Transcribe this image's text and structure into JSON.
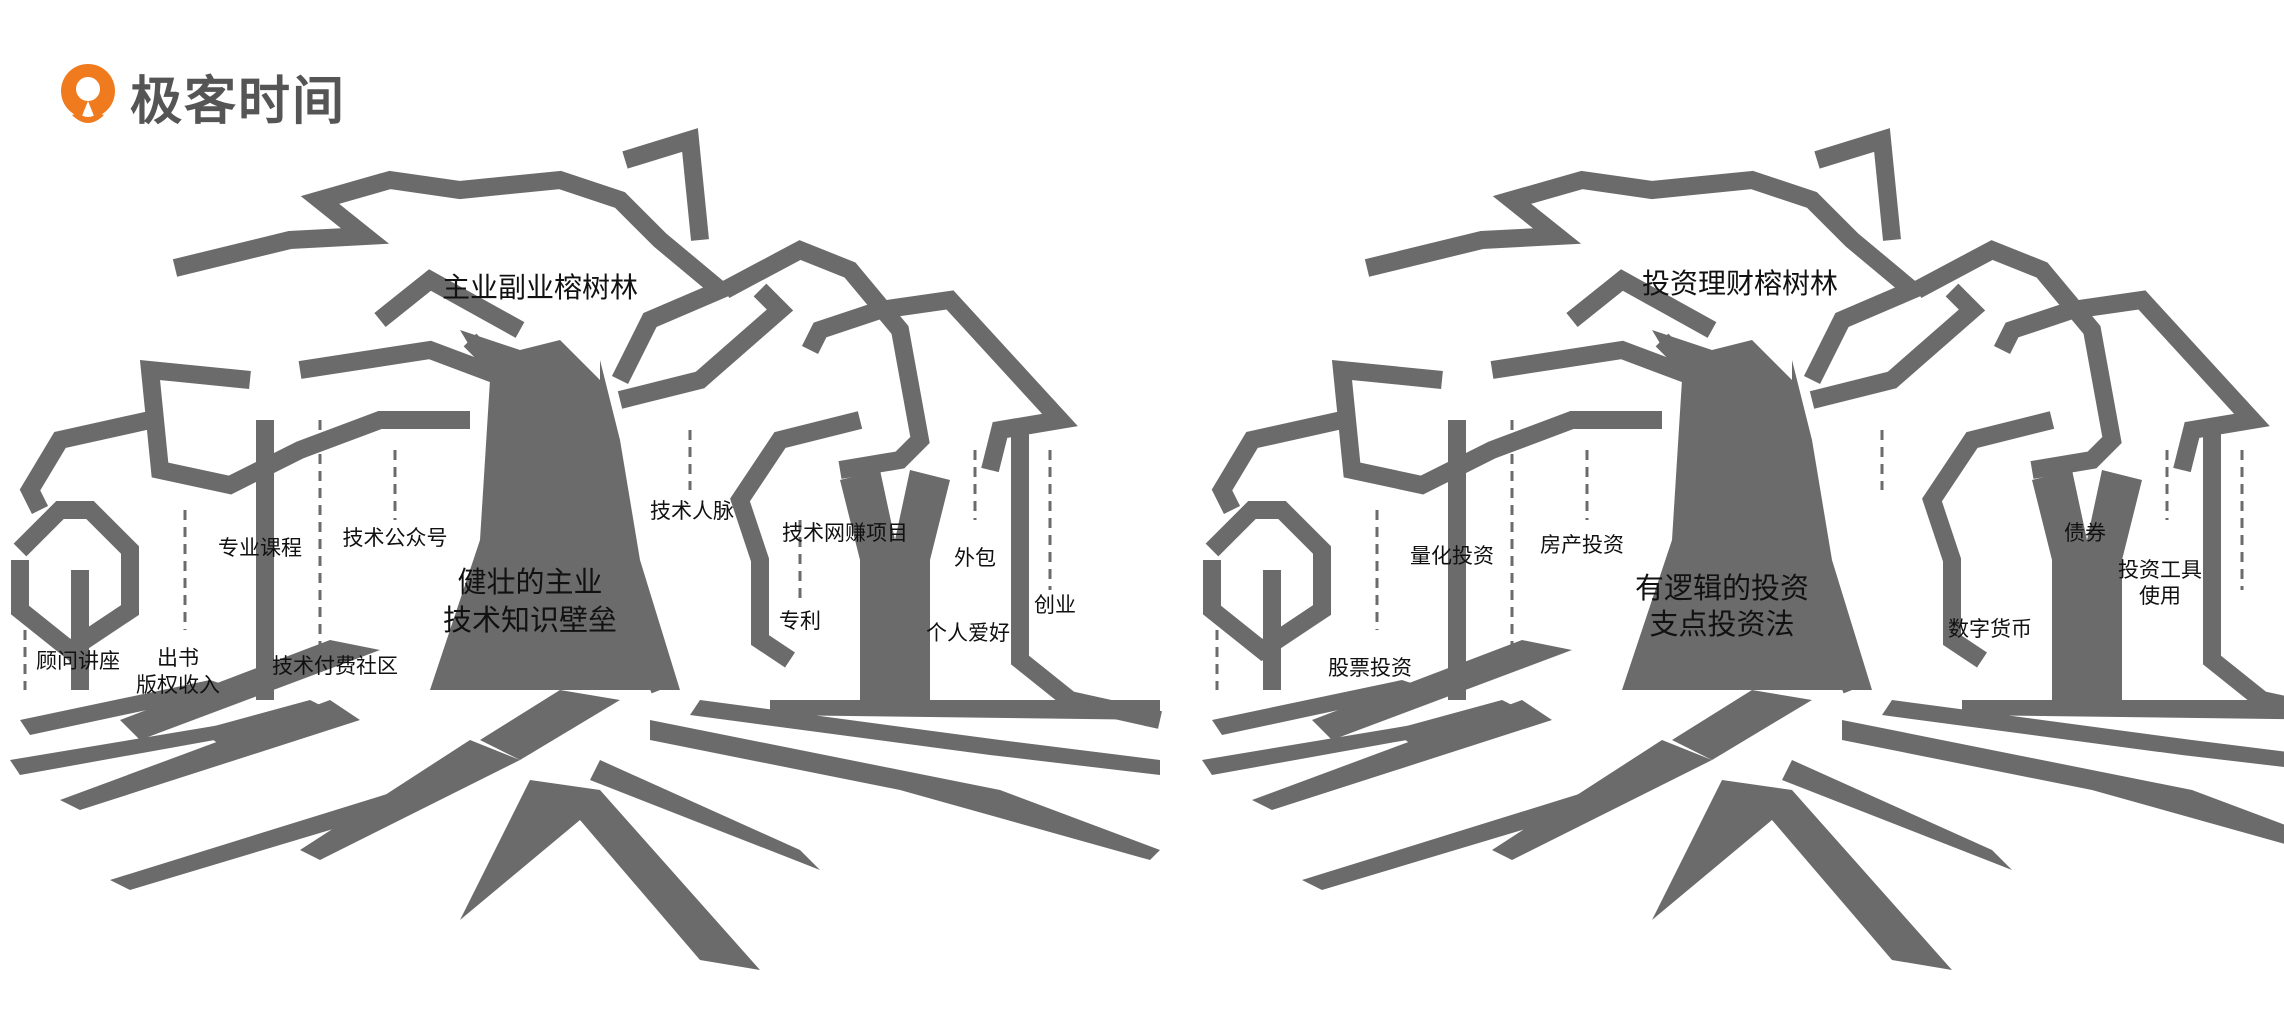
{
  "logo": {
    "text": "极客时间",
    "icon": "geektime-logo-icon",
    "color": "#f07b1e"
  },
  "colors": {
    "tree": "#6b6b6b",
    "label": "#111111"
  },
  "trees": [
    {
      "title": "主业副业榕树林",
      "center": [
        "健壮的主业",
        "技术知识壁垒"
      ],
      "labels": [
        "专业课程",
        "技术公众号",
        "技术人脉",
        "技术网赚项目",
        "外包",
        "顾问讲座",
        "出书",
        "版权收入",
        "技术付费社区",
        "专利",
        "个人爱好",
        "创业"
      ]
    },
    {
      "title": "投资理财榕树林",
      "center": [
        "有逻辑的投资",
        "支点投资法"
      ],
      "labels": [
        "量化投资",
        "房产投资",
        "债券",
        "投资工具",
        "使用",
        "股票投资",
        "数字货币"
      ]
    }
  ]
}
